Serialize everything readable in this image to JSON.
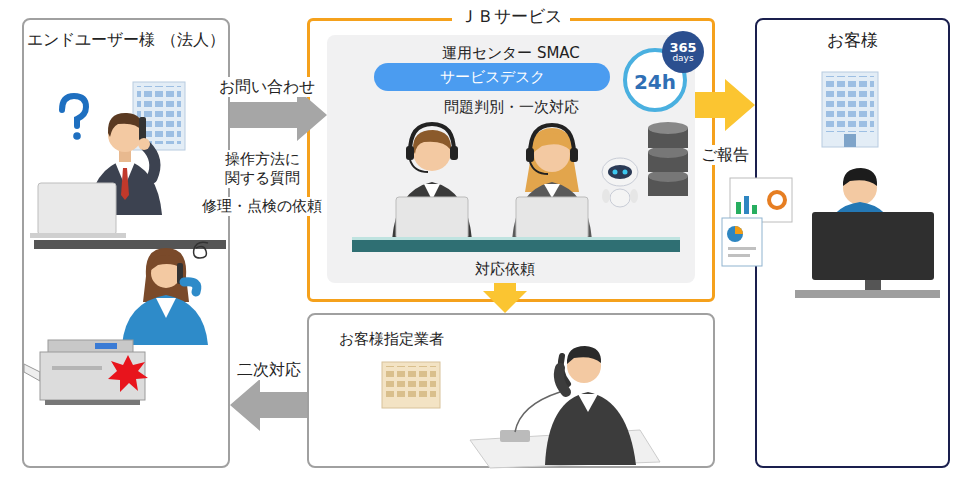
{
  "diagram": {
    "nodes": [
      {
        "text": [
          "エンドユーザー様 （法人）"
        ]
      },
      {
        "text": [
          "ＪＢサービス"
        ]
      },
      {
        "text": [
          "運用センター SMAC",
          "問題判別・一次対応"
        ],
        "in": 1
      },
      {
        "text": [
          "サービスデスク"
        ],
        "in": 2
      },
      {
        "text": [
          "24h"
        ],
        "in": 2
      },
      {
        "text": [
          "365",
          "days"
        ],
        "in": 2
      },
      {
        "text": [
          "お客様"
        ]
      },
      {
        "text": [
          "お客様指定業者"
        ]
      }
    ],
    "edges": [
      {
        "from": 0,
        "to": 2,
        "arrow": "to",
        "label": "お問い合わせ"
      },
      {
        "from": 2,
        "to": 6,
        "arrow": "to",
        "label": "ご報告"
      },
      {
        "from": 2,
        "to": 7,
        "arrow": "to",
        "label": "対応依頼"
      },
      {
        "from": 7,
        "to": 0,
        "arrow": "to",
        "label": "二次対応"
      }
    ],
    "labels": [
      "操作方法に 関する質問",
      "修理・点検の依頼"
    ]
  }
}
